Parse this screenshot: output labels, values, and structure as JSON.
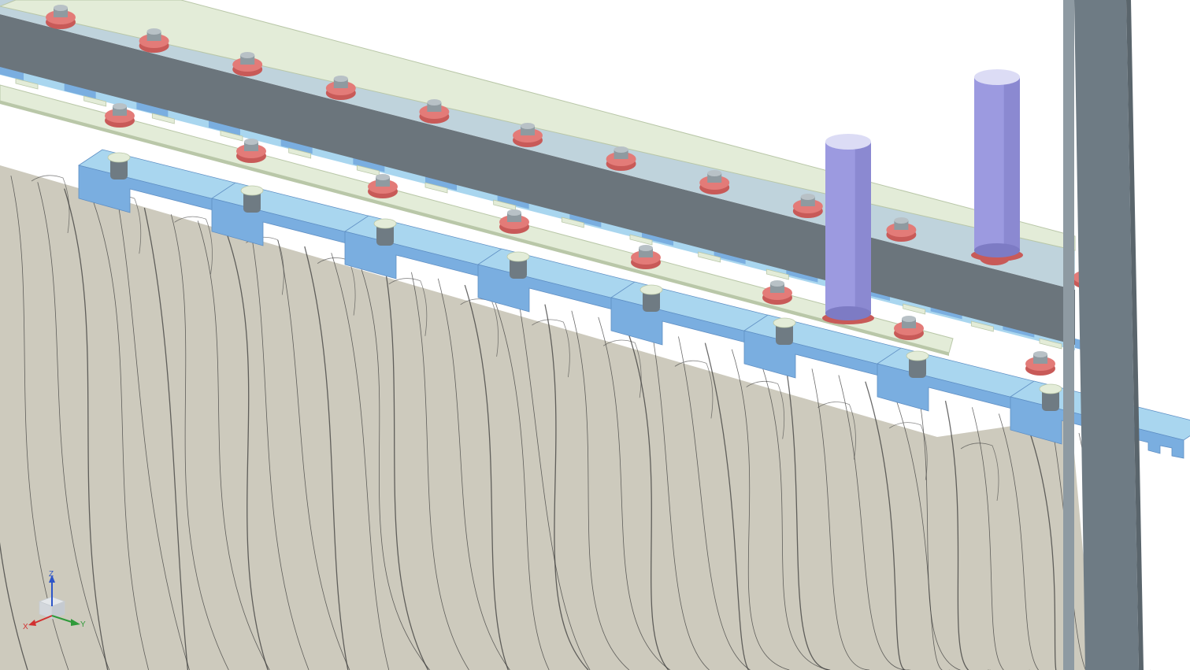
{
  "viewport": {
    "background": "#ffffff",
    "colors": {
      "fabric": "#cdcabd",
      "fabric_line": "#3a3a3a",
      "clamp_top": "#a9d6ef",
      "clamp_front": "#7aaee0",
      "clamp_dark": "#5f8fc4",
      "rail_light": "#e3ecd8",
      "rail_edge": "#b9c7a8",
      "beam_front": "#6b757c",
      "beam_top": "#bfd3dc",
      "bolt_ring": "#e37b78",
      "bolt_ring_dark": "#c85a58",
      "bolt_head": "#8f9aa0",
      "post": "#6e7b84",
      "post_light": "#8e9aa2",
      "cylinder": "#9c9ae0",
      "cylinder_shadow": "#7d7bc4",
      "stud": "#6f7b83"
    },
    "cylinders": [
      "alignment-cylinder",
      "alignment-cylinder"
    ]
  },
  "triad": {
    "z_label": "Z",
    "x_label": "X",
    "y_label": "Y",
    "colors": {
      "x": "#d23030",
      "y": "#2f9a3a",
      "z": "#2d55c8"
    }
  }
}
